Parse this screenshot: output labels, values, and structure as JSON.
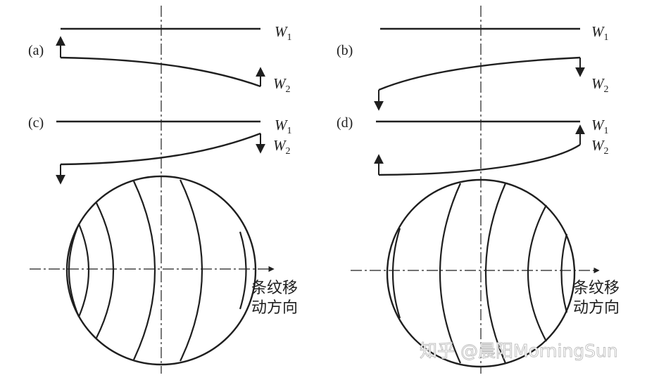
{
  "panels": {
    "a": {
      "label": "(a)",
      "w1": "W",
      "w1_sub": "1",
      "w2": "W",
      "w2_sub": "2"
    },
    "b": {
      "label": "(b)",
      "w1": "W",
      "w1_sub": "1",
      "w2": "W",
      "w2_sub": "2"
    },
    "c": {
      "label": "(c)",
      "w1": "W",
      "w1_sub": "1",
      "w2": "W",
      "w2_sub": "2"
    },
    "d": {
      "label": "(d)",
      "w1": "W",
      "w1_sub": "1",
      "w2": "W",
      "w2_sub": "2"
    }
  },
  "fringe_left": {
    "direction_line1": "条纹移",
    "direction_line2": "动方向"
  },
  "fringe_right": {
    "direction_line1": "条纹移",
    "direction_line2": "动方向"
  },
  "watermark": "知乎 @晨阳MorningSun",
  "colors": {
    "ink": "#1f1f1f",
    "watermark_outline": "#bdbdbd"
  }
}
